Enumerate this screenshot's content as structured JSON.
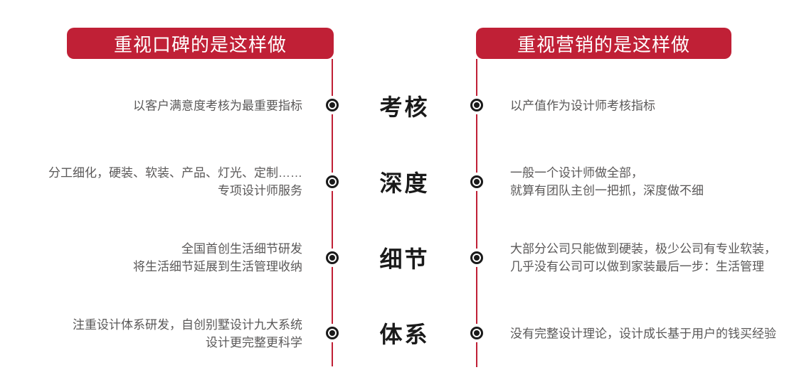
{
  "colors": {
    "accent_red": "#C02036",
    "category_black": "#1a1a1a",
    "description_gray": "#5a5858",
    "background": "#ffffff"
  },
  "icons": {
    "marker": "bullseye-icon"
  },
  "left_header": {
    "label": "重视口碑的是这样做"
  },
  "right_header": {
    "label": "重视营销的是这样做"
  },
  "rows": [
    {
      "category": "考核",
      "left_lines": [
        "以客户满意度考核为最重要指标"
      ],
      "right_lines": [
        "以产值作为设计师考核指标"
      ]
    },
    {
      "category": "深度",
      "left_lines": [
        "分工细化，硬装、软装、产品、灯光、定制……",
        "专项设计师服务"
      ],
      "right_lines": [
        "一般一个设计师做全部，",
        "就算有团队主创一把抓，深度做不细"
      ]
    },
    {
      "category": "细节",
      "left_lines": [
        "全国首创生活细节研发",
        "将生活细节延展到生活管理收纳"
      ],
      "right_lines": [
        "大部分公司只能做到硬装，极少公司有专业软装，",
        "几乎没有公司可以做到家装最后一步：生活管理"
      ]
    },
    {
      "category": "体系",
      "left_lines": [
        "注重设计体系研发，自创别墅设计九大系统",
        "设计更完整更科学"
      ],
      "right_lines": [
        "没有完整设计理论，设计成长基于用户的钱买经验"
      ]
    }
  ]
}
